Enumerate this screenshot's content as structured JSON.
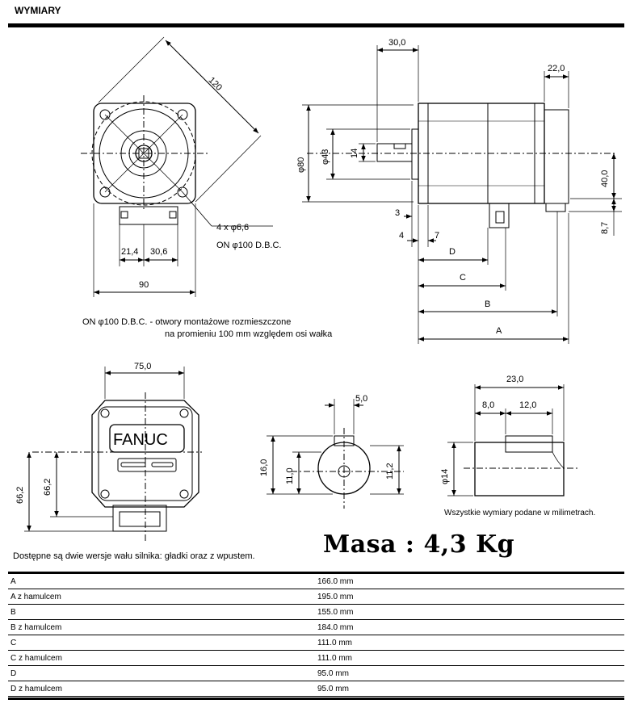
{
  "header": {
    "title": "WYMIARY"
  },
  "front_view": {
    "dim_diag": "120",
    "holes": "4 x φ6,6",
    "dbc": "ON φ100 D.B.C.",
    "dim_a": "21,4",
    "dim_b": "30,6",
    "dim_width": "90"
  },
  "side_view": {
    "dim_shaft_len": "30,0",
    "dim_rear": "22,0",
    "dim_phi80": "φ80",
    "dim_phi43": "φ43",
    "dim_14": "14",
    "dim_40": "40,0",
    "dim_8_7": "8,7",
    "dim_3": "3",
    "dim_4": "4",
    "dim_7": "7",
    "label_d": "D",
    "label_c": "C",
    "label_b": "B",
    "label_a": "A"
  },
  "dbc_note": {
    "line1": "ON φ100 D.B.C. - otwory montażowe rozmieszczone",
    "line2": "na promieniu 100 mm względem osi wałka"
  },
  "rear_view": {
    "brand": "FANUC",
    "dim_width": "75,0",
    "dim_outer": "66,2",
    "dim_inner": "66,2"
  },
  "shaft_end_view": {
    "dim_key": "5,0",
    "dim_height": "16,0",
    "dim_center": "11,0",
    "dim_right": "11,2"
  },
  "key_view": {
    "dim_total": "23,0",
    "dim_offset": "8,0",
    "dim_key": "12,0",
    "dim_diameter": "φ14"
  },
  "units_note": "Wszystkie wymiary podane w milimetrach.",
  "shaft_note": "Dostępne są dwie wersje wału silnika: gładki oraz z wpustem.",
  "mass": "Masa : 4,3 Kg",
  "dimensions_table": [
    {
      "name": "A",
      "value": "166.0 mm"
    },
    {
      "name": "A z hamulcem",
      "value": "195.0 mm"
    },
    {
      "name": "B",
      "value": "155.0 mm"
    },
    {
      "name": "B z hamulcem",
      "value": "184.0 mm"
    },
    {
      "name": "C",
      "value": "111.0 mm"
    },
    {
      "name": "C z hamulcem",
      "value": "111.0 mm"
    },
    {
      "name": "D",
      "value": "95.0 mm"
    },
    {
      "name": "D z hamulcem",
      "value": "95.0 mm"
    }
  ]
}
